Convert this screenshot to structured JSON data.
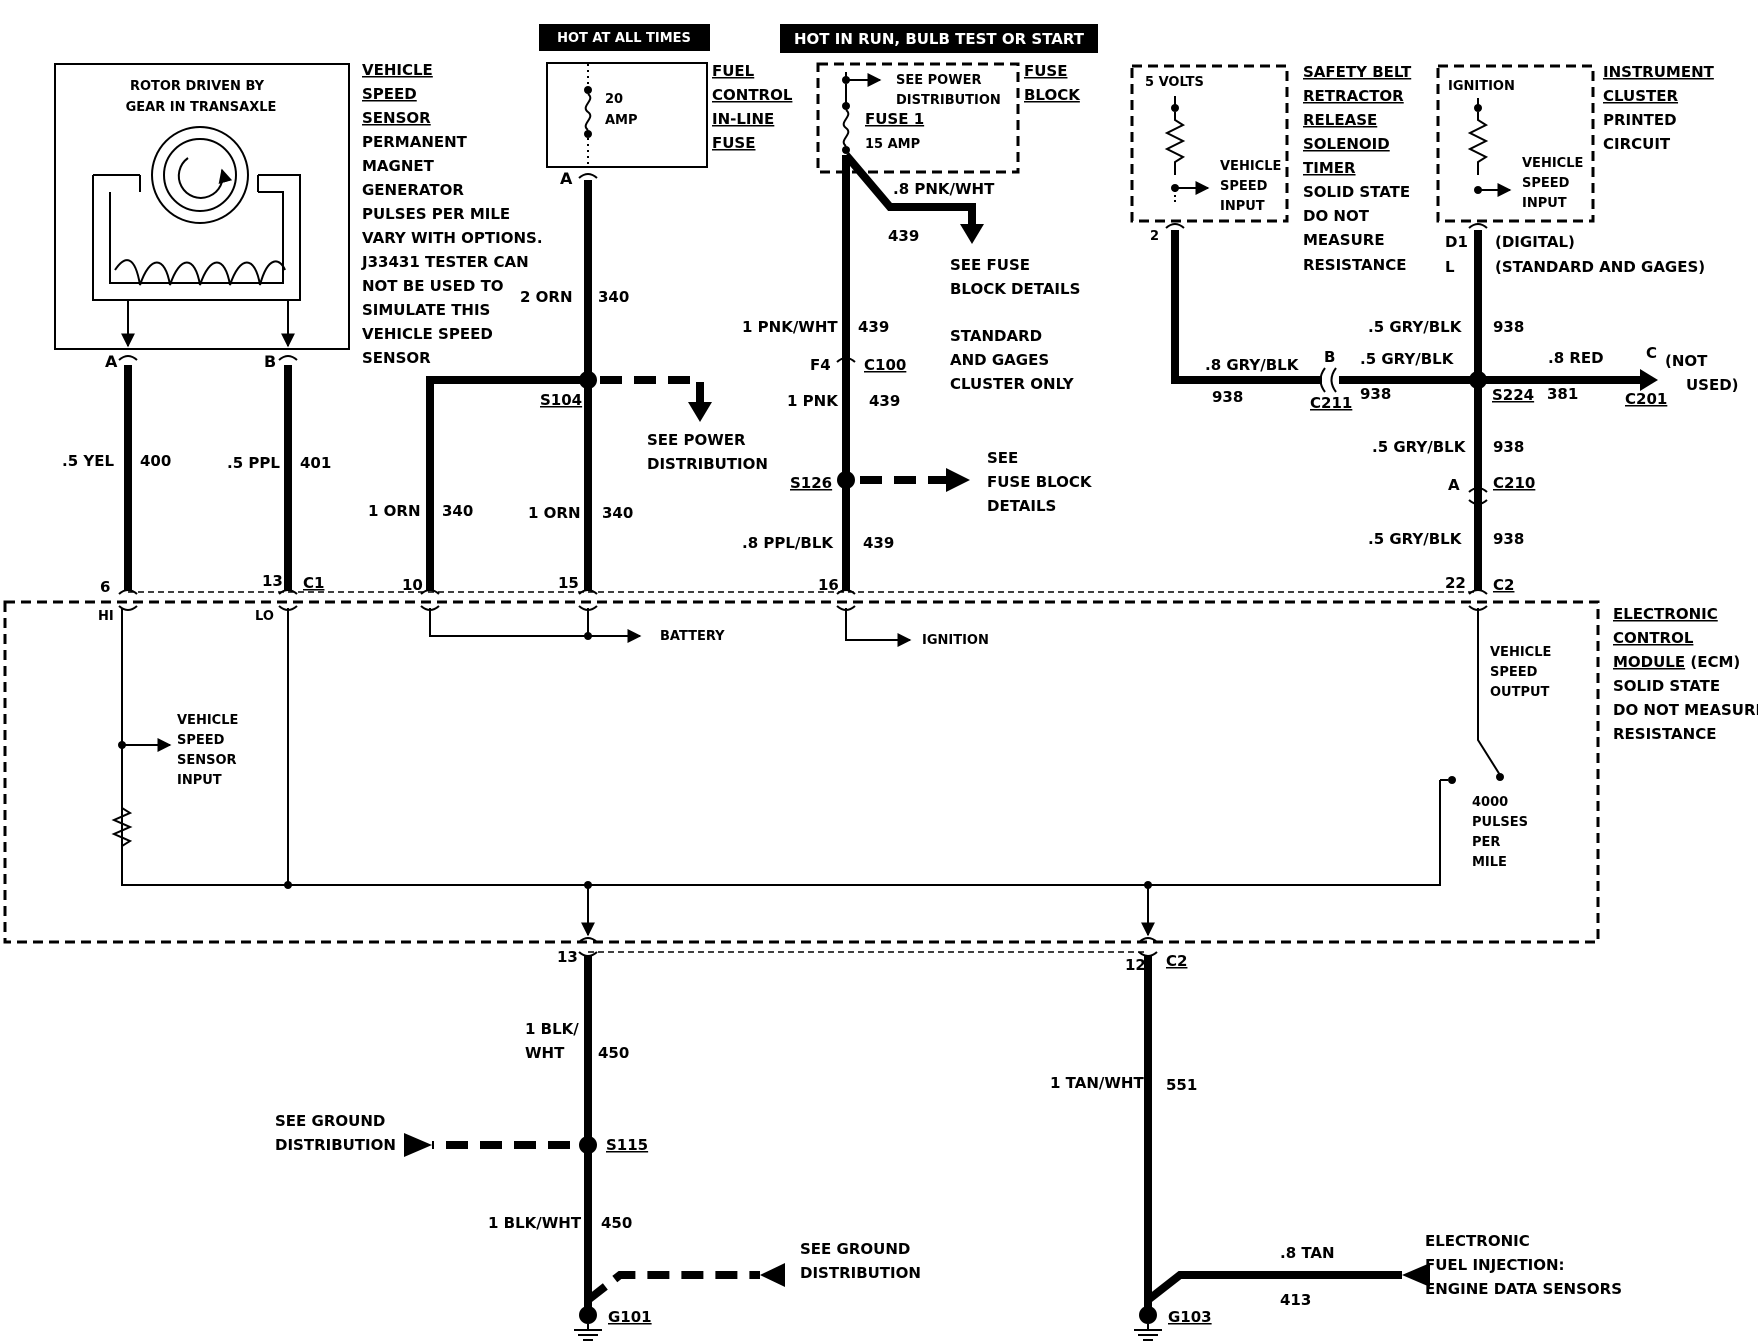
{
  "banners": {
    "hot_all_times": "HOT AT ALL TIMES",
    "hot_in_run": "HOT IN RUN, BULB TEST OR START"
  },
  "vss": {
    "box_text_1": "ROTOR DRIVEN BY",
    "box_text_2": "GEAR IN TRANSAXLE",
    "title_lines": [
      "VEHICLE",
      "SPEED",
      "SENSOR"
    ],
    "desc_lines": [
      "PERMANENT",
      "MAGNET",
      "GENERATOR",
      "PULSES PER MILE",
      "VARY WITH OPTIONS.",
      "J33431 TESTER CAN",
      "NOT BE USED TO",
      "SIMULATE THIS",
      "VEHICLE SPEED",
      "SENSOR"
    ],
    "pin_a": "A",
    "pin_b": "B"
  },
  "fuel_fuse": {
    "rating_1": "20",
    "rating_2": "AMP",
    "title_lines": [
      "FUEL",
      "CONTROL",
      "IN-LINE",
      "FUSE"
    ],
    "pin": "A"
  },
  "fuse_block": {
    "see_1": "SEE POWER",
    "see_2": "DISTRIBUTION",
    "fuse_name": "FUSE 1",
    "fuse_rating": "15 AMP",
    "title_lines": [
      "FUSE",
      "BLOCK"
    ],
    "wire_out": ".8 PNK/WHT",
    "circuit_out": "439",
    "see_details_1": "SEE FUSE",
    "see_details_2": "BLOCK DETAILS",
    "note_1": "STANDARD",
    "note_2": "AND GAGES",
    "note_3": "CLUSTER ONLY"
  },
  "belt": {
    "volts": "5 VOLTS",
    "input_1": "VEHICLE",
    "input_2": "SPEED",
    "input_3": "INPUT",
    "pin": "2",
    "title_lines": [
      "SAFETY BELT",
      "RETRACTOR",
      "RELEASE",
      "SOLENOID",
      "TIMER"
    ],
    "desc_lines": [
      "SOLID STATE",
      "DO NOT",
      "MEASURE",
      "RESISTANCE"
    ]
  },
  "cluster": {
    "ignition": "IGNITION",
    "input_1": "VEHICLE",
    "input_2": "SPEED",
    "input_3": "INPUT",
    "pin_d1": "D1",
    "pin_l": "L",
    "digital": "(DIGITAL)",
    "std": "(STANDARD AND GAGES)",
    "title_lines": [
      "INSTRUMENT",
      "CLUSTER"
    ],
    "desc_lines": [
      "PRINTED",
      "CIRCUIT"
    ]
  },
  "wires": {
    "w400": ".5 YEL",
    "c400": "400",
    "w401": ".5 PPL",
    "c401": "401",
    "w340a": "2 ORN",
    "c340a": "340",
    "w340b": "1 ORN",
    "c340b": "340",
    "w340c": "1 ORN",
    "c340c": "340",
    "w439a": "1 PNK/WHT",
    "c439a": "439",
    "w439b": "1 PNK",
    "c439b": "439",
    "w439c": ".8 PPL/BLK",
    "c439c": "439",
    "w938a": ".8 GRY/BLK",
    "c938a": "938",
    "w938b": ".5 GRY/BLK",
    "c938b": "938",
    "w938c": ".5 GRY/BLK",
    "c938c": "938",
    "w938d": ".5 GRY/BLK",
    "c938d": "938",
    "w938e": ".5 GRY/BLK",
    "c938e": "938",
    "w381": ".8 RED",
    "c381": "381",
    "w450a_1": "1 BLK/",
    "w450a_2": "WHT",
    "c450a": "450",
    "w450b": "1 BLK/WHT",
    "c450b": "450",
    "w551": "1 TAN/WHT",
    "c551": "551",
    "w413": ".8 TAN",
    "c413": "413"
  },
  "connectors": {
    "f4": "F4",
    "c100": "C100",
    "s104": "S104",
    "s126": "S126",
    "s115": "S115",
    "s224": "S224",
    "c211": "C211",
    "c211_pin": "B",
    "c210": "C210",
    "c210_pin": "A",
    "c201": "C201",
    "c201_pin": "C",
    "not_used_1": "(NOT",
    "not_used_2": "USED)",
    "c1": "C1",
    "c2": "C2",
    "c2b": "C2",
    "g101": "G101",
    "g103": "G103"
  },
  "ecm": {
    "pins": {
      "p6": "6",
      "p13": "13",
      "p10": "10",
      "p15": "15",
      "p16": "16",
      "p22": "22",
      "p13b": "13",
      "p12": "12"
    },
    "hi": "HI",
    "lo": "LO",
    "battery": "BATTERY",
    "ignition": "IGNITION",
    "vss_in": [
      "VEHICLE",
      "SPEED",
      "SENSOR",
      "INPUT"
    ],
    "vss_out": [
      "VEHICLE",
      "SPEED",
      "OUTPUT"
    ],
    "pulses": [
      "4000",
      "PULSES",
      "PER",
      "MILE"
    ],
    "title_lines": [
      "ELECTRONIC",
      "CONTROL"
    ],
    "title_last": "MODULE",
    "title_suffix": " (ECM)",
    "desc_lines": [
      "SOLID STATE",
      "DO NOT MEASURE",
      "RESISTANCE"
    ]
  },
  "refs": {
    "power_1": "SEE POWER",
    "power_2": "DISTRIBUTION",
    "fuse_1": "SEE",
    "fuse_2": "FUSE BLOCK",
    "fuse_3": "DETAILS",
    "ground_a_1": "SEE GROUND",
    "ground_a_2": "DISTRIBUTION",
    "ground_b_1": "SEE GROUND",
    "ground_b_2": "DISTRIBUTION",
    "efi_1": "ELECTRONIC",
    "efi_2": "FUEL INJECTION:",
    "efi_3": "ENGINE DATA SENSORS"
  }
}
